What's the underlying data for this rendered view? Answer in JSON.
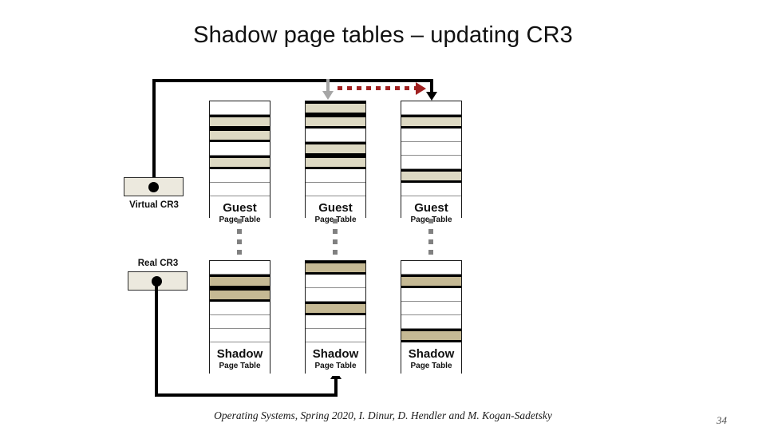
{
  "slide": {
    "title": "Shadow page tables – updating CR3",
    "footer": "Operating Systems, Spring 2020, I. Dinur, D. Hendler and M. Kogan-Sadetsky",
    "page_number": "34"
  },
  "colors": {
    "guest_fill": "#ddd9c3",
    "shadow_fill": "#c5b994",
    "register_fill": "#ece9de",
    "line_black": "#000000",
    "stale_arrow_gray": "#a6a6a6",
    "update_arrow_red": "#a02020",
    "dotted_link_gray": "#808080"
  },
  "registers": [
    {
      "label": "Virtual CR3",
      "label_position": "below"
    },
    {
      "label": "Real CR3",
      "label_position": "above"
    }
  ],
  "guest_tables": [
    {
      "caption_main": "Guest",
      "caption_sub": "Page Table",
      "rows": [
        "empty",
        "filled",
        "filled",
        "empty",
        "filled",
        "empty",
        "empty"
      ]
    },
    {
      "caption_main": "Guest",
      "caption_sub": "Page Table",
      "rows": [
        "filled",
        "filled",
        "empty",
        "filled",
        "filled",
        "empty",
        "empty"
      ]
    },
    {
      "caption_main": "Guest",
      "caption_sub": "Page Table",
      "rows": [
        "empty",
        "filled",
        "empty",
        "empty",
        "empty",
        "filled",
        "empty"
      ]
    }
  ],
  "shadow_tables": [
    {
      "caption_main": "Shadow",
      "caption_sub": "Page Table",
      "rows": [
        "empty",
        "filled",
        "filled",
        "empty",
        "empty",
        "empty"
      ]
    },
    {
      "caption_main": "Shadow",
      "caption_sub": "Page Table",
      "rows": [
        "filled",
        "empty",
        "empty",
        "filled",
        "empty",
        "empty"
      ]
    },
    {
      "caption_main": "Shadow",
      "caption_sub": "Page Table",
      "rows": [
        "empty",
        "filled",
        "empty",
        "empty",
        "empty",
        "filled"
      ]
    }
  ]
}
